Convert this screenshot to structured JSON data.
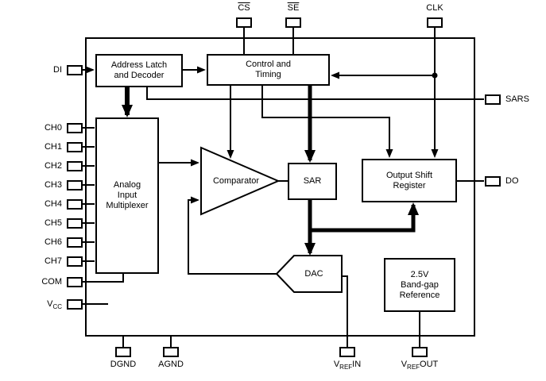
{
  "blocks": {
    "address_latch": "Address Latch\nand Decoder",
    "control_timing": "Control and\nTiming",
    "analog_mux": "Analog\nInput\nMultiplexer",
    "comparator": "Comparator",
    "sar": "SAR",
    "output_shift_register": "Output Shift\nRegister",
    "dac": "DAC",
    "bandgap_reference": "2.5V\nBand-gap\nReference"
  },
  "pins": {
    "cs": "CS",
    "se": "SE",
    "clk": "CLK",
    "di": "DI",
    "channels": [
      "CH0",
      "CH1",
      "CH2",
      "CH3",
      "CH4",
      "CH5",
      "CH6",
      "CH7"
    ],
    "com": "COM",
    "vcc": {
      "base": "V",
      "sub": "CC"
    },
    "sars": "SARS",
    "do": "DO",
    "dgnd": "DGND",
    "agnd": "AGND",
    "vref_in": {
      "base": "V",
      "sub": "REF",
      "suffix": "IN"
    },
    "vref_out": {
      "base": "V",
      "sub": "REF",
      "suffix": "OUT"
    }
  },
  "colors": {
    "line": "#000000",
    "background": "#ffffff",
    "block_fill": "#ffffff"
  }
}
